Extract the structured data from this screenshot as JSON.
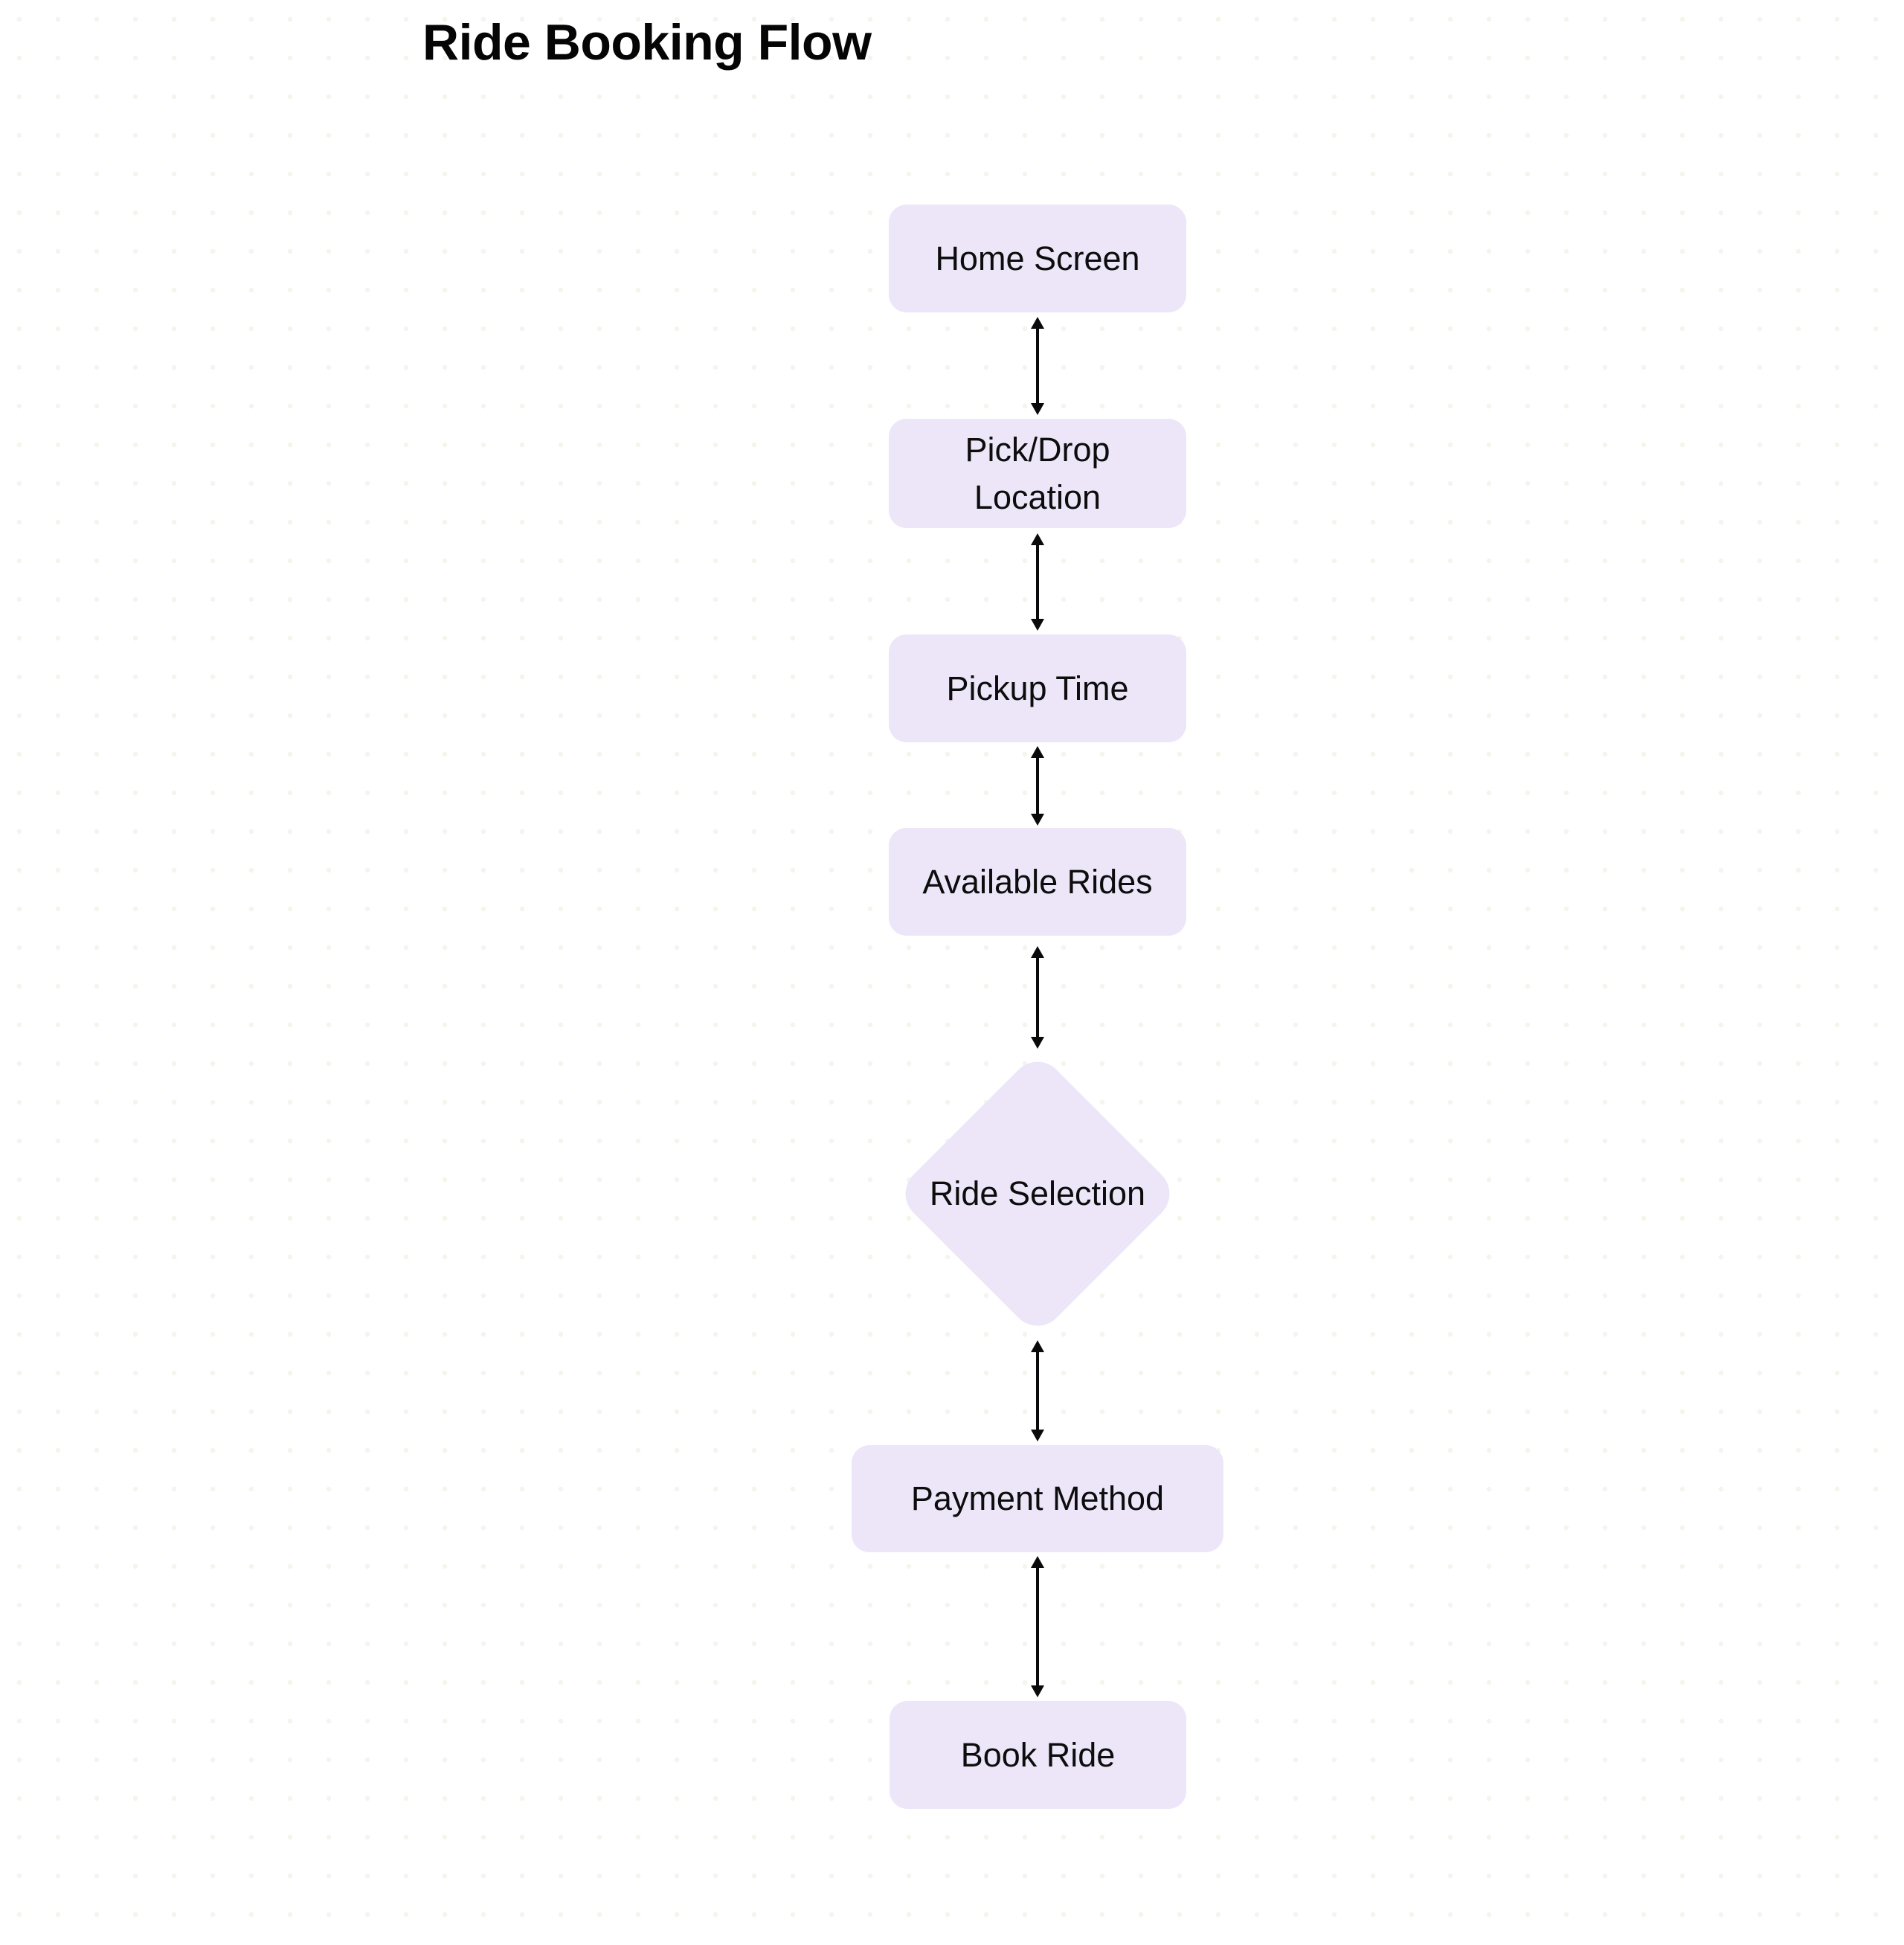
{
  "title": "Ride Booking Flow",
  "colors": {
    "canvas_bg": "#ffffff",
    "node_fill": "#ece6f8",
    "node_text": "#0d0d0d",
    "edge": "#0a0a0a",
    "title_text": "#050505"
  },
  "diagram": {
    "type": "flowchart",
    "direction": "top-to-bottom",
    "nodes": [
      {
        "id": "home-screen",
        "label": "Home Screen",
        "shape": "rounded-rect"
      },
      {
        "id": "pick-drop-location",
        "label": "Pick/Drop Location",
        "shape": "rounded-rect"
      },
      {
        "id": "pickup-time",
        "label": "Pickup Time",
        "shape": "rounded-rect"
      },
      {
        "id": "available-rides",
        "label": "Available Rides",
        "shape": "rounded-rect"
      },
      {
        "id": "ride-selection",
        "label": "Ride Selection",
        "shape": "diamond"
      },
      {
        "id": "payment-method",
        "label": "Payment Method",
        "shape": "rounded-rect"
      },
      {
        "id": "book-ride",
        "label": "Book Ride",
        "shape": "rounded-rect"
      }
    ],
    "edges": [
      {
        "from": "home-screen",
        "to": "pick-drop-location",
        "style": "double-arrow"
      },
      {
        "from": "pick-drop-location",
        "to": "pickup-time",
        "style": "double-arrow"
      },
      {
        "from": "pickup-time",
        "to": "available-rides",
        "style": "double-arrow"
      },
      {
        "from": "available-rides",
        "to": "ride-selection",
        "style": "double-arrow"
      },
      {
        "from": "ride-selection",
        "to": "payment-method",
        "style": "double-arrow"
      },
      {
        "from": "payment-method",
        "to": "book-ride",
        "style": "double-arrow"
      }
    ]
  }
}
